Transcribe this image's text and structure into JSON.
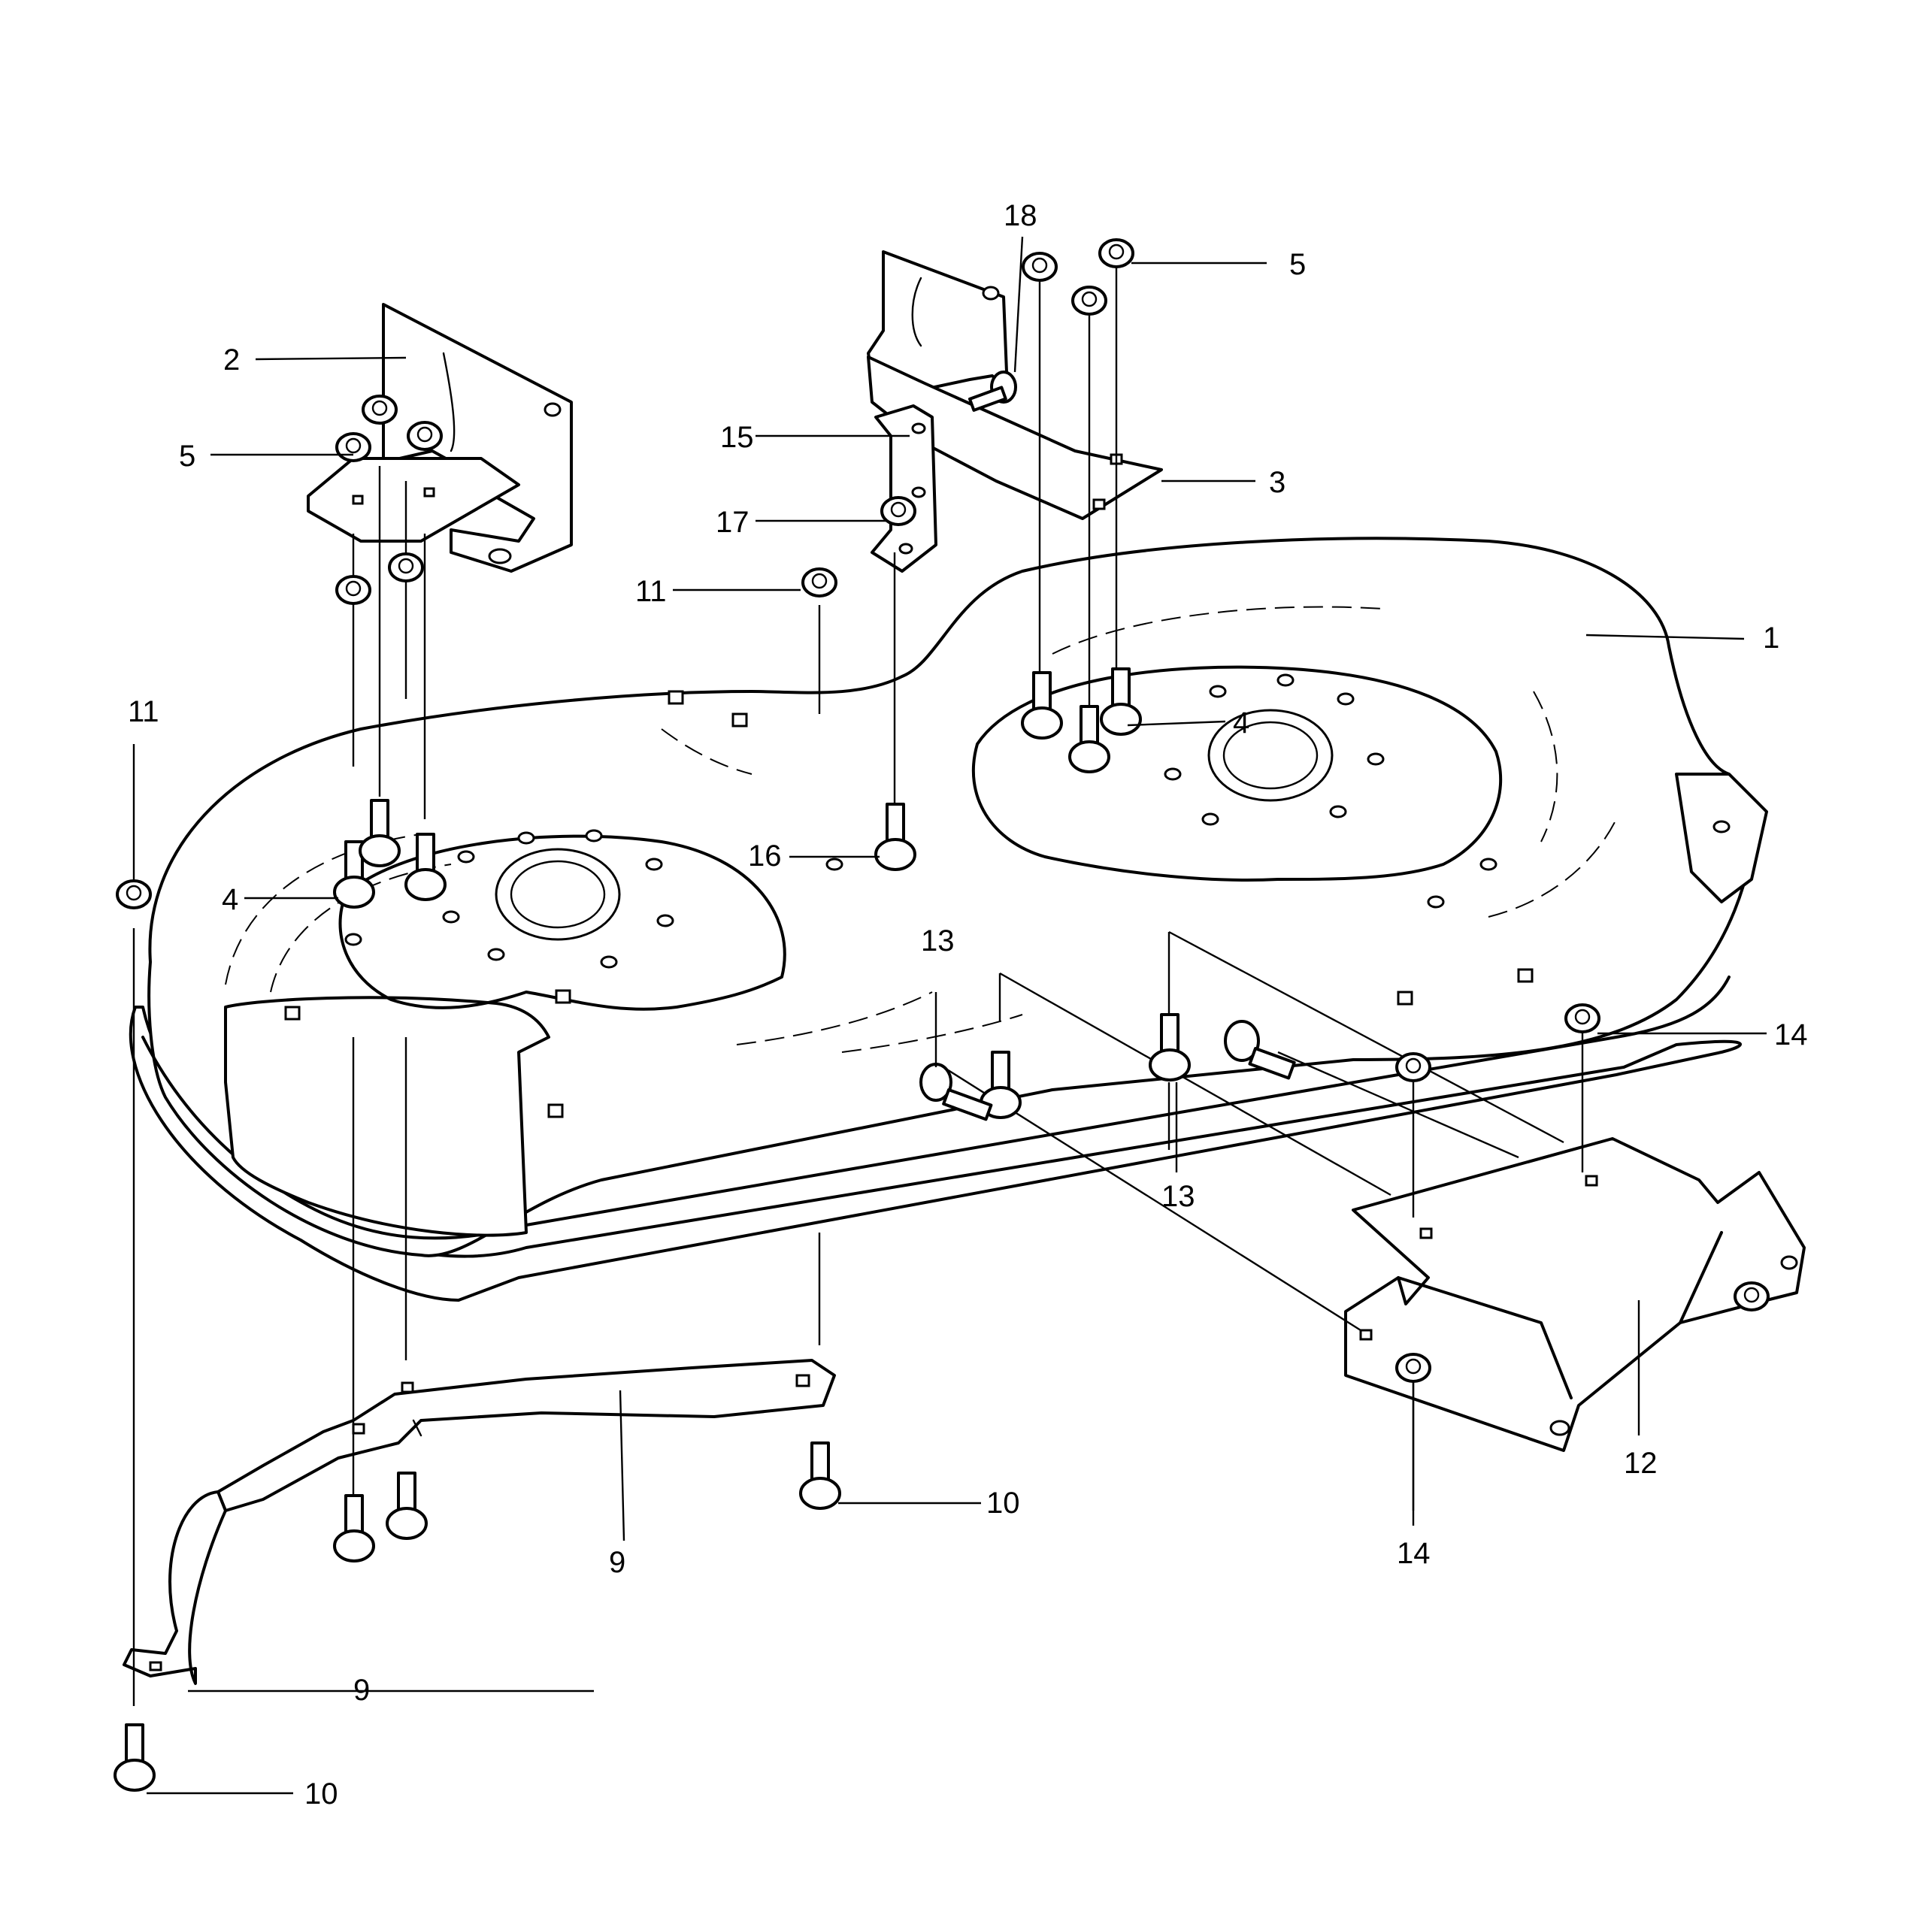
{
  "callouts": {
    "c1": "1",
    "c2": "2",
    "c3": "3",
    "c4a": "4",
    "c4b": "4",
    "c5a": "5",
    "c5b": "5",
    "c9a": "9",
    "c9b": "9",
    "c10a": "10",
    "c10b": "10",
    "c11a": "11",
    "c11b": "11",
    "c12": "12",
    "c13a": "13",
    "c13b": "13",
    "c14a": "14",
    "c14b": "14",
    "c15": "15",
    "c16": "16",
    "c17": "17",
    "c18": "18"
  },
  "colors": {
    "ink": "#000000",
    "paper": "#ffffff"
  },
  "icons": [
    "nut-icon",
    "bolt-icon",
    "bracket-icon"
  ]
}
